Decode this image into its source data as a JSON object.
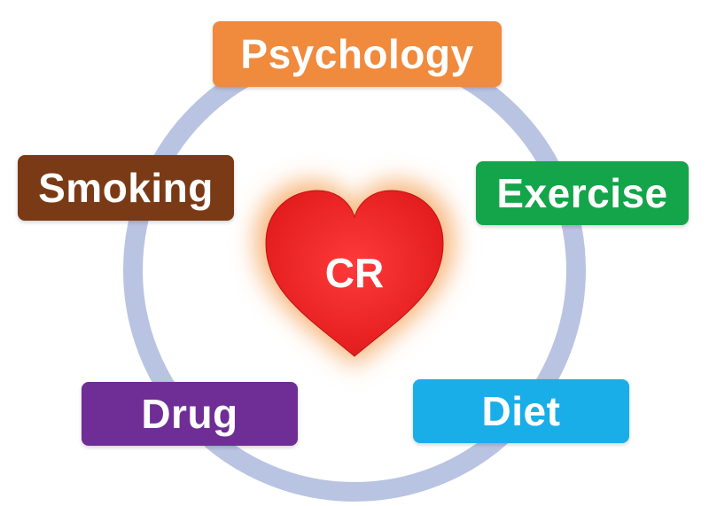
{
  "center": {
    "label": "CR",
    "heart_color": "#ee2424",
    "glow_color": "#f7b57a"
  },
  "ring": {
    "color": "#b9c3e2"
  },
  "nodes": [
    {
      "id": "psychology",
      "label": "Psychology",
      "color": "#f08a3c"
    },
    {
      "id": "smoking",
      "label": "Smoking",
      "color": "#7a3a16"
    },
    {
      "id": "exercise",
      "label": "Exercise",
      "color": "#14a54a"
    },
    {
      "id": "drug",
      "label": "Drug",
      "color": "#6f2d96"
    },
    {
      "id": "diet",
      "label": "Diet",
      "color": "#1aaee8"
    }
  ]
}
